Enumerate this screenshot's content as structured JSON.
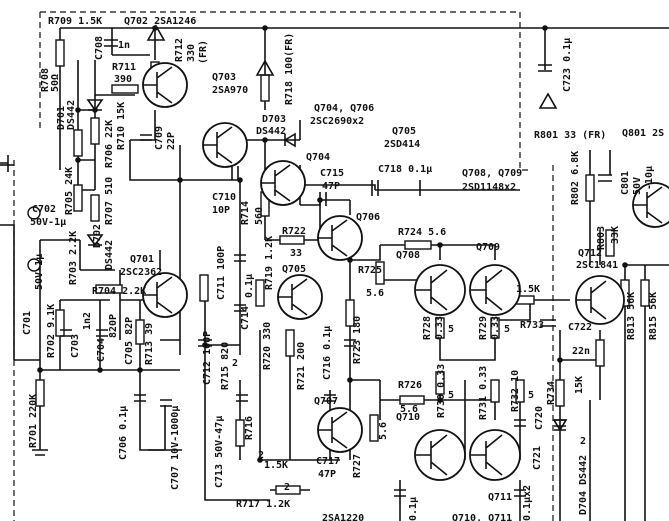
{
  "labels": [
    {
      "id": "r709",
      "text": "R709 1.5K"
    },
    {
      "id": "q702",
      "text": "Q702 2SA1246"
    },
    {
      "id": "r708",
      "text": "R708"
    },
    {
      "id": "r708v",
      "text": "50Ω"
    },
    {
      "id": "c708",
      "text": "C708"
    },
    {
      "id": "c708v",
      "text": "1n"
    },
    {
      "id": "r712",
      "text": "R712"
    },
    {
      "id": "r712v",
      "text": "330"
    },
    {
      "id": "r712f",
      "text": "(FR)"
    },
    {
      "id": "r711",
      "text": "R711"
    },
    {
      "id": "r711v",
      "text": "390"
    },
    {
      "id": "d701",
      "text": "D701"
    },
    {
      "id": "d701v",
      "text": "DS442"
    },
    {
      "id": "r710",
      "text": "R710 15K"
    },
    {
      "id": "c709",
      "text": "C709"
    },
    {
      "id": "c709v",
      "text": "22P"
    },
    {
      "id": "r706",
      "text": "R706 22K"
    },
    {
      "id": "r705",
      "text": "R705 24K"
    },
    {
      "id": "r707",
      "text": "R707 510"
    },
    {
      "id": "d702",
      "text": "D702"
    },
    {
      "id": "d702v",
      "text": "DS442"
    },
    {
      "id": "q703",
      "text": "Q703"
    },
    {
      "id": "q703v",
      "text": "2SA970"
    },
    {
      "id": "r718",
      "text": "R718 100(FR)"
    },
    {
      "id": "d703",
      "text": "D703"
    },
    {
      "id": "d703v",
      "text": "DS442"
    },
    {
      "id": "q704",
      "text": "Q704, Q706"
    },
    {
      "id": "q704v",
      "text": "2SC2690x2"
    },
    {
      "id": "q705h",
      "text": "Q705"
    },
    {
      "id": "q705hv",
      "text": "2SD414"
    },
    {
      "id": "q704s",
      "text": "Q704"
    },
    {
      "id": "c710",
      "text": "C710"
    },
    {
      "id": "c710v",
      "text": "10P"
    },
    {
      "id": "r714",
      "text": "R714"
    },
    {
      "id": "r714v",
      "text": "560"
    },
    {
      "id": "c715",
      "text": "C715"
    },
    {
      "id": "c715v",
      "text": "47P"
    },
    {
      "id": "c718",
      "text": "C718 0.1μ"
    },
    {
      "id": "q708",
      "text": "Q708, Q709"
    },
    {
      "id": "q708v",
      "text": "2SD1148x2"
    },
    {
      "id": "c723",
      "text": "C723 0.1μ"
    },
    {
      "id": "r801",
      "text": "R801 33 (FR)"
    },
    {
      "id": "q801",
      "text": "Q801 2S"
    },
    {
      "id": "r802",
      "text": "R802 6.8K"
    },
    {
      "id": "c801",
      "text": "C801"
    },
    {
      "id": "c801v",
      "text": "50V"
    },
    {
      "id": "c801c",
      "text": "-10μ"
    },
    {
      "id": "r803",
      "text": "R803"
    },
    {
      "id": "r803v",
      "text": "33K"
    },
    {
      "id": "c702",
      "text": "C702"
    },
    {
      "id": "c702v",
      "text": "50V-1μ"
    },
    {
      "id": "r703",
      "text": "R703 2.2K"
    },
    {
      "id": "q701",
      "text": "Q701"
    },
    {
      "id": "q701v",
      "text": "2SC2362"
    },
    {
      "id": "r704",
      "text": "R704 2.2K"
    },
    {
      "id": "r722",
      "text": "R722"
    },
    {
      "id": "r722v",
      "text": "33"
    },
    {
      "id": "q706s",
      "text": "Q706"
    },
    {
      "id": "r724",
      "text": "R724 5.6"
    },
    {
      "id": "q709s",
      "text": "Q709"
    },
    {
      "id": "q708s",
      "text": "Q708"
    },
    {
      "id": "q712",
      "text": "Q712"
    },
    {
      "id": "q712v",
      "text": "2SC1841"
    },
    {
      "id": "c711",
      "text": "C711 100P"
    },
    {
      "id": "c714",
      "text": "C714"
    },
    {
      "id": "c714v",
      "text": "0.1μ"
    },
    {
      "id": "r719",
      "text": "R719 1.2K"
    },
    {
      "id": "q705s",
      "text": "Q705"
    },
    {
      "id": "r725",
      "text": "R725"
    },
    {
      "id": "r725v",
      "text": "5.6"
    },
    {
      "id": "r728",
      "text": "R728"
    },
    {
      "id": "r728v",
      "text": "0.33"
    },
    {
      "id": "r729",
      "text": "R729"
    },
    {
      "id": "r729v",
      "text": "0.33"
    },
    {
      "id": "r733v",
      "text": "1.5K"
    },
    {
      "id": "r733",
      "text": "R733"
    },
    {
      "id": "c722",
      "text": "C722"
    },
    {
      "id": "c722v",
      "text": "22n"
    },
    {
      "id": "r813",
      "text": "R813 56K"
    },
    {
      "id": "r815",
      "text": "R815 56K"
    },
    {
      "id": "c701",
      "text": "C701"
    },
    {
      "id": "c701v",
      "text": "50V-1μ"
    },
    {
      "id": "r702",
      "text": "R702 9.1K"
    },
    {
      "id": "c703",
      "text": "C703"
    },
    {
      "id": "c703v",
      "text": "1n2"
    },
    {
      "id": "c704",
      "text": "C704"
    },
    {
      "id": "c704v",
      "text": "820P"
    },
    {
      "id": "c705",
      "text": "C705 82P"
    },
    {
      "id": "r713",
      "text": "R713 39"
    },
    {
      "id": "c712",
      "text": "C712 100P"
    },
    {
      "id": "r715",
      "text": "R715 820"
    },
    {
      "id": "r720",
      "text": "R720 330"
    },
    {
      "id": "r721",
      "text": "R721 200"
    },
    {
      "id": "c716",
      "text": "C716 0.1μ"
    },
    {
      "id": "r723",
      "text": "R723 180"
    },
    {
      "id": "r726",
      "text": "R726"
    },
    {
      "id": "r726v",
      "text": "5.6"
    },
    {
      "id": "r730",
      "text": "R730 0.33"
    },
    {
      "id": "r731",
      "text": "R731 0.33"
    },
    {
      "id": "r732",
      "text": "R732 10"
    },
    {
      "id": "c720",
      "text": "C720"
    },
    {
      "id": "r734",
      "text": "R734"
    },
    {
      "id": "r734v",
      "text": "15K"
    },
    {
      "id": "r701",
      "text": "R701 220K"
    },
    {
      "id": "c706",
      "text": "C706 0.1μ"
    },
    {
      "id": "c707",
      "text": "C707 10V-1000μ"
    },
    {
      "id": "c713",
      "text": "C713 50V-47μ"
    },
    {
      "id": "r716",
      "text": "R716"
    },
    {
      "id": "r716v",
      "text": "1.5K"
    },
    {
      "id": "q707",
      "text": "Q707"
    },
    {
      "id": "q707r",
      "text": "5.6"
    },
    {
      "id": "r727",
      "text": "R727"
    },
    {
      "id": "q710",
      "text": "Q710"
    },
    {
      "id": "c717",
      "text": "C717"
    },
    {
      "id": "c717v",
      "text": "47P"
    },
    {
      "id": "r717",
      "text": "R717 1.2K"
    },
    {
      "id": "q711",
      "text": "Q711"
    },
    {
      "id": "c721",
      "text": "C721"
    },
    {
      "id": "d704",
      "text": "D704 DS442"
    },
    {
      "id": "bot1",
      "text": "2SA1220"
    },
    {
      "id": "bot2",
      "text": "Q710, Q711"
    },
    {
      "id": "bot3",
      "text": "0.1μx2"
    },
    {
      "id": "bot4",
      "text": "0.1μ"
    },
    {
      "id": "lbl5a",
      "text": "5"
    },
    {
      "id": "lbl5b",
      "text": "5"
    },
    {
      "id": "lbl5c",
      "text": "5"
    },
    {
      "id": "lbl5d",
      "text": "5"
    },
    {
      "id": "lbl2a",
      "text": "2"
    },
    {
      "id": "lbl2b",
      "text": "2"
    },
    {
      "id": "lbl2c",
      "text": "2"
    },
    {
      "id": "lbl2d",
      "text": "2"
    }
  ]
}
